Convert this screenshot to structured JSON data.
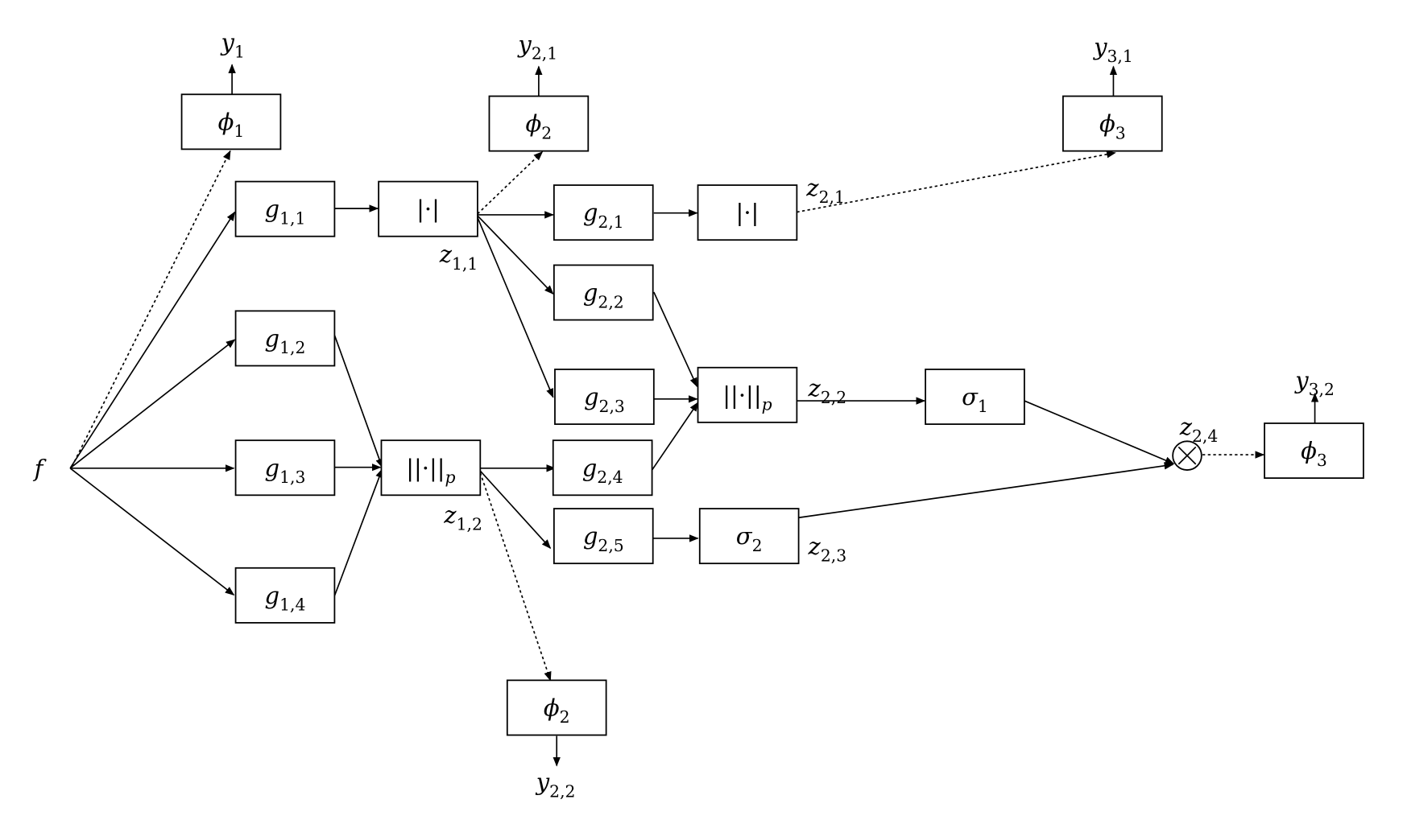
{
  "nodes": [
    {
      "id": "phi1",
      "main": "ϕ",
      "sub": "1"
    },
    {
      "id": "phi2a",
      "main": "ϕ",
      "sub": "2"
    },
    {
      "id": "phi3a",
      "main": "ϕ",
      "sub": "3"
    },
    {
      "id": "g11",
      "main": "g",
      "sub": "1,1"
    },
    {
      "id": "abs1",
      "main": "|·|",
      "sub": ""
    },
    {
      "id": "g21",
      "main": "g",
      "sub": "2,1"
    },
    {
      "id": "abs2",
      "main": "|·|",
      "sub": ""
    },
    {
      "id": "g12",
      "main": "g",
      "sub": "1,2"
    },
    {
      "id": "g22",
      "main": "g",
      "sub": "2,2"
    },
    {
      "id": "g23",
      "main": "g",
      "sub": "2,3"
    },
    {
      "id": "norm2",
      "main": "||·||",
      "sub": "p"
    },
    {
      "id": "sigma1",
      "main": "σ",
      "sub": "1"
    },
    {
      "id": "g13",
      "main": "g",
      "sub": "1,3"
    },
    {
      "id": "norm1",
      "main": "||·||",
      "sub": "p"
    },
    {
      "id": "g24",
      "main": "g",
      "sub": "2,4"
    },
    {
      "id": "g14",
      "main": "g",
      "sub": "1,4"
    },
    {
      "id": "g25",
      "main": "g",
      "sub": "2,5"
    },
    {
      "id": "sigma2",
      "main": "σ",
      "sub": "2"
    },
    {
      "id": "phi3b",
      "main": "ϕ",
      "sub": "3"
    },
    {
      "id": "phi2b",
      "main": "ϕ",
      "sub": "2"
    }
  ],
  "labels": [
    {
      "id": "f",
      "main": "f",
      "sub": ""
    },
    {
      "id": "y1",
      "main": "y",
      "sub": "1"
    },
    {
      "id": "y21",
      "main": "y",
      "sub": "2,1"
    },
    {
      "id": "y31",
      "main": "y",
      "sub": "3,1"
    },
    {
      "id": "y32",
      "main": "y",
      "sub": "3,2"
    },
    {
      "id": "y22",
      "main": "y",
      "sub": "2,2"
    },
    {
      "id": "z11",
      "main": "z",
      "sub": "1,1"
    },
    {
      "id": "z12",
      "main": "z",
      "sub": "1,2"
    },
    {
      "id": "z21",
      "main": "z",
      "sub": "2,1"
    },
    {
      "id": "z22",
      "main": "z",
      "sub": "2,2"
    },
    {
      "id": "z23",
      "main": "z",
      "sub": "2,3"
    },
    {
      "id": "z24",
      "main": "z",
      "sub": "2,4"
    }
  ],
  "operator": {
    "id": "otimes",
    "symbol": "multiply"
  },
  "edges": [
    {
      "from": "f",
      "to": "phi1",
      "style": "dotted"
    },
    {
      "from": "f",
      "to": "g11",
      "style": "solid"
    },
    {
      "from": "f",
      "to": "g12",
      "style": "solid"
    },
    {
      "from": "f",
      "to": "g13",
      "style": "solid"
    },
    {
      "from": "f",
      "to": "g14",
      "style": "solid"
    },
    {
      "from": "phi1",
      "to": "y1",
      "style": "solid"
    },
    {
      "from": "g11",
      "to": "abs1",
      "style": "solid"
    },
    {
      "from": "abs1",
      "to": "phi2a",
      "style": "dotted"
    },
    {
      "from": "abs1",
      "to": "g21",
      "style": "solid"
    },
    {
      "from": "abs1",
      "to": "g22",
      "style": "solid"
    },
    {
      "from": "abs1",
      "to": "g23",
      "style": "solid"
    },
    {
      "from": "phi2a",
      "to": "y21",
      "style": "solid"
    },
    {
      "from": "g21",
      "to": "abs2",
      "style": "solid"
    },
    {
      "from": "abs2",
      "to": "phi3a",
      "style": "dotted"
    },
    {
      "from": "phi3a",
      "to": "y31",
      "style": "solid"
    },
    {
      "from": "g12",
      "to": "norm1",
      "style": "solid"
    },
    {
      "from": "g13",
      "to": "norm1",
      "style": "solid"
    },
    {
      "from": "g14",
      "to": "norm1",
      "style": "solid"
    },
    {
      "from": "norm1",
      "to": "g24",
      "style": "solid"
    },
    {
      "from": "norm1",
      "to": "g25",
      "style": "solid"
    },
    {
      "from": "norm1",
      "to": "phi2b",
      "style": "dotted"
    },
    {
      "from": "phi2b",
      "to": "y22",
      "style": "solid"
    },
    {
      "from": "g22",
      "to": "norm2",
      "style": "solid"
    },
    {
      "from": "g23",
      "to": "norm2",
      "style": "solid"
    },
    {
      "from": "g24",
      "to": "norm2",
      "style": "solid"
    },
    {
      "from": "norm2",
      "to": "sigma1",
      "style": "solid"
    },
    {
      "from": "g25",
      "to": "sigma2",
      "style": "solid"
    },
    {
      "from": "sigma1",
      "to": "otimes",
      "style": "solid"
    },
    {
      "from": "sigma2",
      "to": "otimes",
      "style": "solid"
    },
    {
      "from": "otimes",
      "to": "phi3b",
      "style": "dotted"
    },
    {
      "from": "phi3b",
      "to": "y32",
      "style": "solid"
    }
  ]
}
